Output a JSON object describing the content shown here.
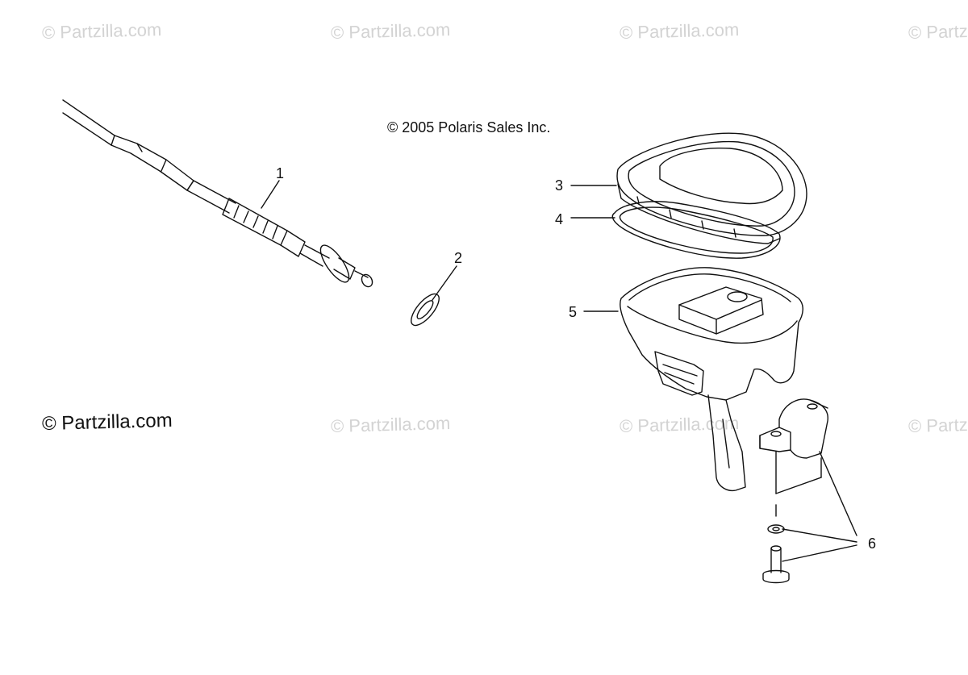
{
  "watermarks": [
    "© Partzilla.com",
    "© Partzilla.com",
    "© Partzilla.com",
    "© Partzilla.com",
    "© Partzilla.com",
    "© Partzilla.com",
    "© Partzilla.com"
  ],
  "watermark_main": "© Partzilla.com",
  "copyright": "© 2005 Polaris Sales Inc.",
  "callouts": [
    "1",
    "2",
    "3",
    "4",
    "5",
    "6"
  ],
  "colors": {
    "line": "#111111",
    "watermark": "#d3d3d3",
    "background": "#ffffff"
  }
}
